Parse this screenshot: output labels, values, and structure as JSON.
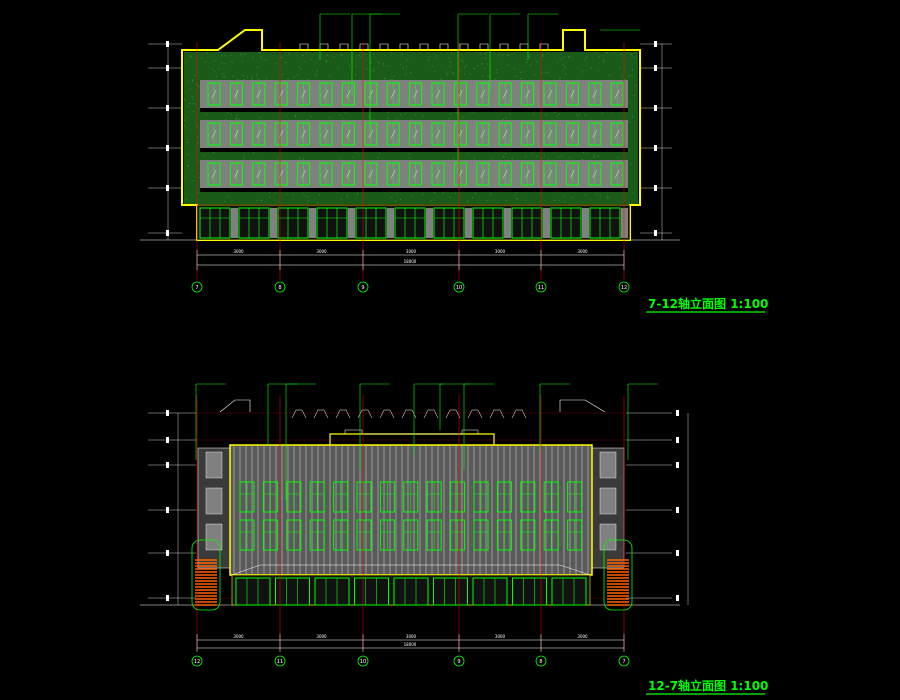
{
  "drawing": {
    "background": "#000000",
    "colors": {
      "outline": "#ffff00",
      "window": "#00ff00",
      "panel": "#808080",
      "axis": "#ff0000",
      "dim": "#ffffff",
      "stair": "#ff6600",
      "leader": "#00ff00",
      "texture": "#1e6b1e"
    }
  },
  "elevation_top": {
    "title": "7-12轴立面图 1:100",
    "axis_labels": [
      "7",
      "8",
      "9",
      "10",
      "11",
      "12"
    ],
    "dims_segment": [
      "3000",
      "3000",
      "3000",
      "3000",
      "3000"
    ],
    "dim_total": "18000",
    "facade": "stone-texture",
    "upper_floors": 3,
    "ground_bays": 11
  },
  "elevation_bottom": {
    "title": "12-7轴立面图 1:100",
    "axis_labels": [
      "12",
      "11",
      "10",
      "9",
      "8",
      "7"
    ],
    "dims_segment": [
      "3000",
      "3000",
      "3000",
      "3000",
      "3000"
    ],
    "dim_total": "18000",
    "facade": "vertical-fins",
    "upper_floors": 3,
    "ground_bays": 9
  }
}
